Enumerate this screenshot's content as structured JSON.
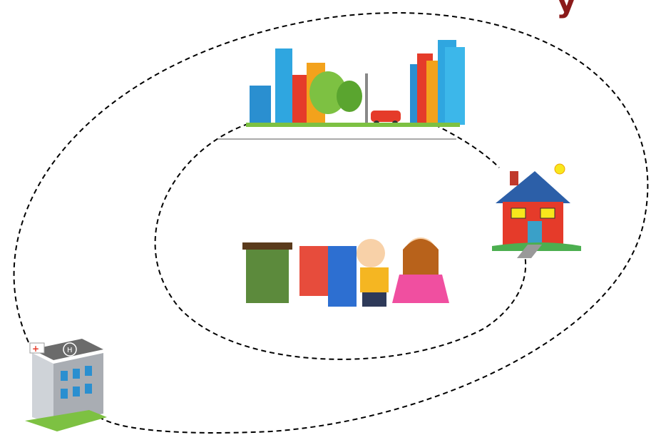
{
  "page": {
    "background": "#ffffff",
    "title_fragment": "y",
    "title_color": "#8b1a1a"
  },
  "orbits": {
    "style": "dashed",
    "color": "#000000",
    "count": 2
  },
  "illustrations": {
    "city": {
      "icon": "city-skyline-icon"
    },
    "family": {
      "icon": "family-icon"
    },
    "house": {
      "icon": "house-icon"
    },
    "hospital": {
      "icon": "hospital-icon",
      "sign": "H"
    }
  }
}
